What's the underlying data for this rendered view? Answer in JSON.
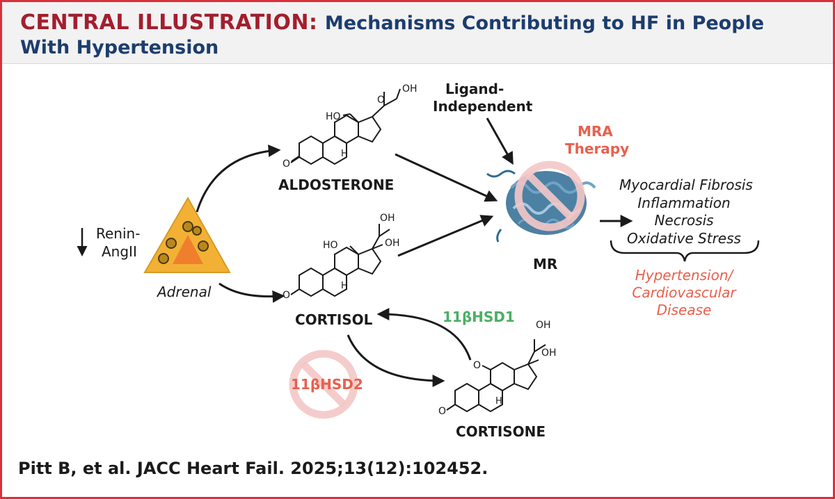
{
  "header": {
    "title_prefix": "CENTRAL ILLUSTRATION:",
    "title_main_line1": "Mechanisms Contributing to HF in People",
    "title_main_line2": "With Hypertension"
  },
  "nodes": {
    "aldosterone": "ALDOSTERONE",
    "cortisol": "CORTISOL",
    "cortisone": "CORTISONE",
    "mr": "MR",
    "adrenal": "Adrenal",
    "renin_line1": "Renin-",
    "renin_line2": "AngII",
    "ligand_line1": "Ligand-",
    "ligand_line2": "Independent",
    "mra_line1": "MRA",
    "mra_line2": "Therapy",
    "hsd1": "11βHSD1",
    "hsd2": "11βHSD2"
  },
  "effects": [
    "Myocardial Fibrosis",
    "Inflammation",
    "Necrosis",
    "Oxidative Stress"
  ],
  "outcome": [
    "Hypertension/",
    "Cardiovascular",
    "Disease"
  ],
  "molecule_atoms": {
    "HO": "HO",
    "OH": "OH",
    "O": "O",
    "H": "H"
  },
  "citation": "Pitt B, et al. JACC Heart Fail. 2025;13(12):102452.",
  "colors": {
    "border": "#d9313a",
    "title_red": "#a31e2e",
    "title_blue": "#1c3d6e",
    "salmon": "#e8604d",
    "green": "#4caf64",
    "prohibit": "#f4c7c7",
    "triangle_outer": "#f2b134",
    "triangle_inner": "#f07f2d",
    "protein": "#2d6b93"
  }
}
